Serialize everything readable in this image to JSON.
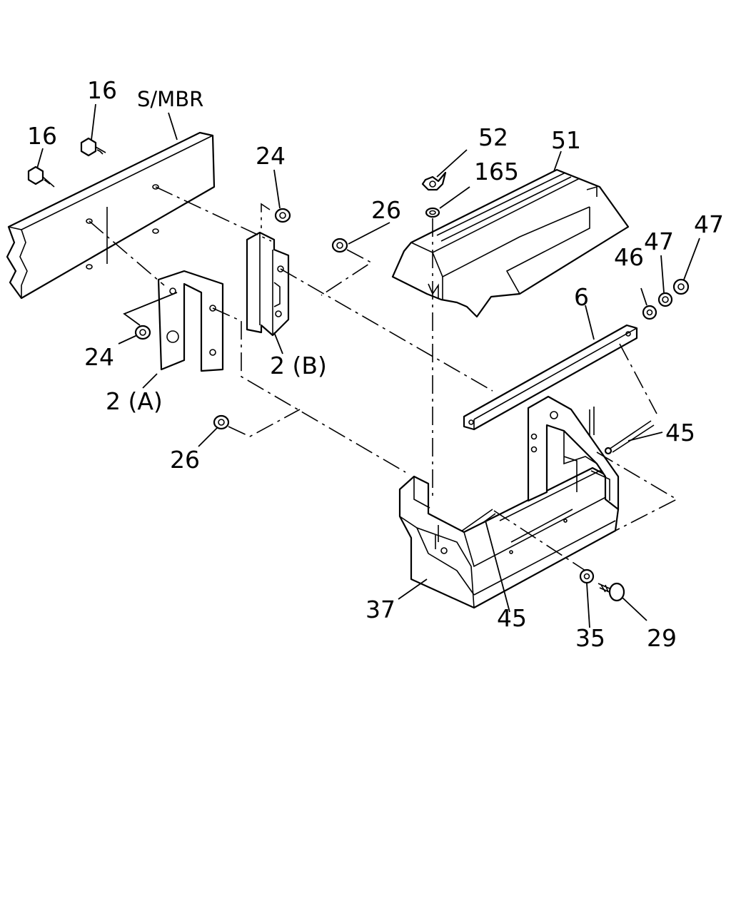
{
  "callouts": {
    "smbr": "S/MBR",
    "p16a": "16",
    "p16b": "16",
    "p24a": "24",
    "p24b": "24",
    "p26a": "26",
    "p26b": "26",
    "p52": "52",
    "p51": "51",
    "p165": "165",
    "p47a": "47",
    "p47b": "47",
    "p46": "46",
    "p6": "6",
    "p2a": "2 (A)",
    "p2b": "2 (B)",
    "p45a": "45",
    "p45b": "45",
    "p37": "37",
    "p35": "35",
    "p29": "29"
  },
  "colors": {
    "line": "#000000",
    "background": "#ffffff"
  }
}
